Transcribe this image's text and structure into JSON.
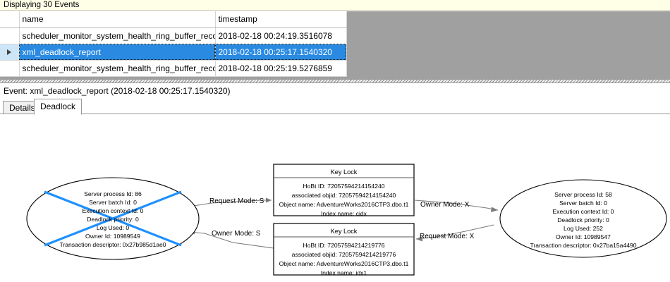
{
  "events_panel": {
    "banner": "Displaying 30 Events",
    "columns": [
      "",
      "name",
      "timestamp"
    ],
    "rows": [
      {
        "selector": "",
        "name": "scheduler_monitor_system_health_ring_buffer_recorded",
        "timestamp": "2018-02-18 00:24:19.3516078",
        "selected": false
      },
      {
        "selector": "row-selected-arrow-icon",
        "name": "xml_deadlock_report",
        "timestamp": "2018-02-18 00:25:17.1540320",
        "selected": true
      },
      {
        "selector": "",
        "name": "scheduler_monitor_system_health_ring_buffer_recorded",
        "timestamp": "2018-02-18 00:25:19.5276859",
        "selected": false
      }
    ]
  },
  "event_detail": {
    "header": "Event: xml_deadlock_report (2018-02-18 00:25:17.1540320)",
    "tabs": [
      {
        "label": "Details",
        "active": false
      },
      {
        "label": "Deadlock",
        "active": true
      }
    ]
  },
  "deadlock_graph": {
    "processes": [
      {
        "id": "left-process",
        "victim": true,
        "lines": [
          "Server process Id: 86",
          "Server batch Id: 0",
          "Execution context Id: 0",
          "Deadlock priority: 0",
          "Log Used: 0",
          "Owner Id: 10989549",
          "Transaction descriptor: 0x27b985d1ae0"
        ]
      },
      {
        "id": "right-process",
        "victim": false,
        "lines": [
          "Server process Id: 58",
          "Server batch Id: 0",
          "Execution context Id: 0",
          "Deadlock priority: 0",
          "Log Used: 252",
          "Owner Id: 10989547",
          "Transaction descriptor: 0x27ba15a4490"
        ]
      }
    ],
    "resources": [
      {
        "id": "top-key-lock",
        "title": "Key Lock",
        "lines": [
          "HoBt ID: 72057594214154240",
          "associated objid: 72057594214154240",
          "Object name: AdventureWorks2016CTP3.dbo.t1",
          "Index name: cidx"
        ]
      },
      {
        "id": "bottom-key-lock",
        "title": "Key Lock",
        "lines": [
          "HoBt ID: 72057594214219776",
          "associated objid: 72057594214219776",
          "Object name: AdventureWorks2016CTP3.dbo.t1",
          "Index name: idx1"
        ]
      }
    ],
    "edges": [
      {
        "id": "edge-left-request-top",
        "label": "Request Mode: S"
      },
      {
        "id": "edge-bottom-owner-left",
        "label": "Owner Mode: S"
      },
      {
        "id": "edge-top-owner-right",
        "label": "Owner Mode: X"
      },
      {
        "id": "edge-right-request-bottom",
        "label": "Request Mode: X"
      }
    ],
    "colors": {
      "victim_cross": "#1e90ff",
      "edge": "#7a7a7a",
      "node_stroke": "#000000"
    }
  }
}
